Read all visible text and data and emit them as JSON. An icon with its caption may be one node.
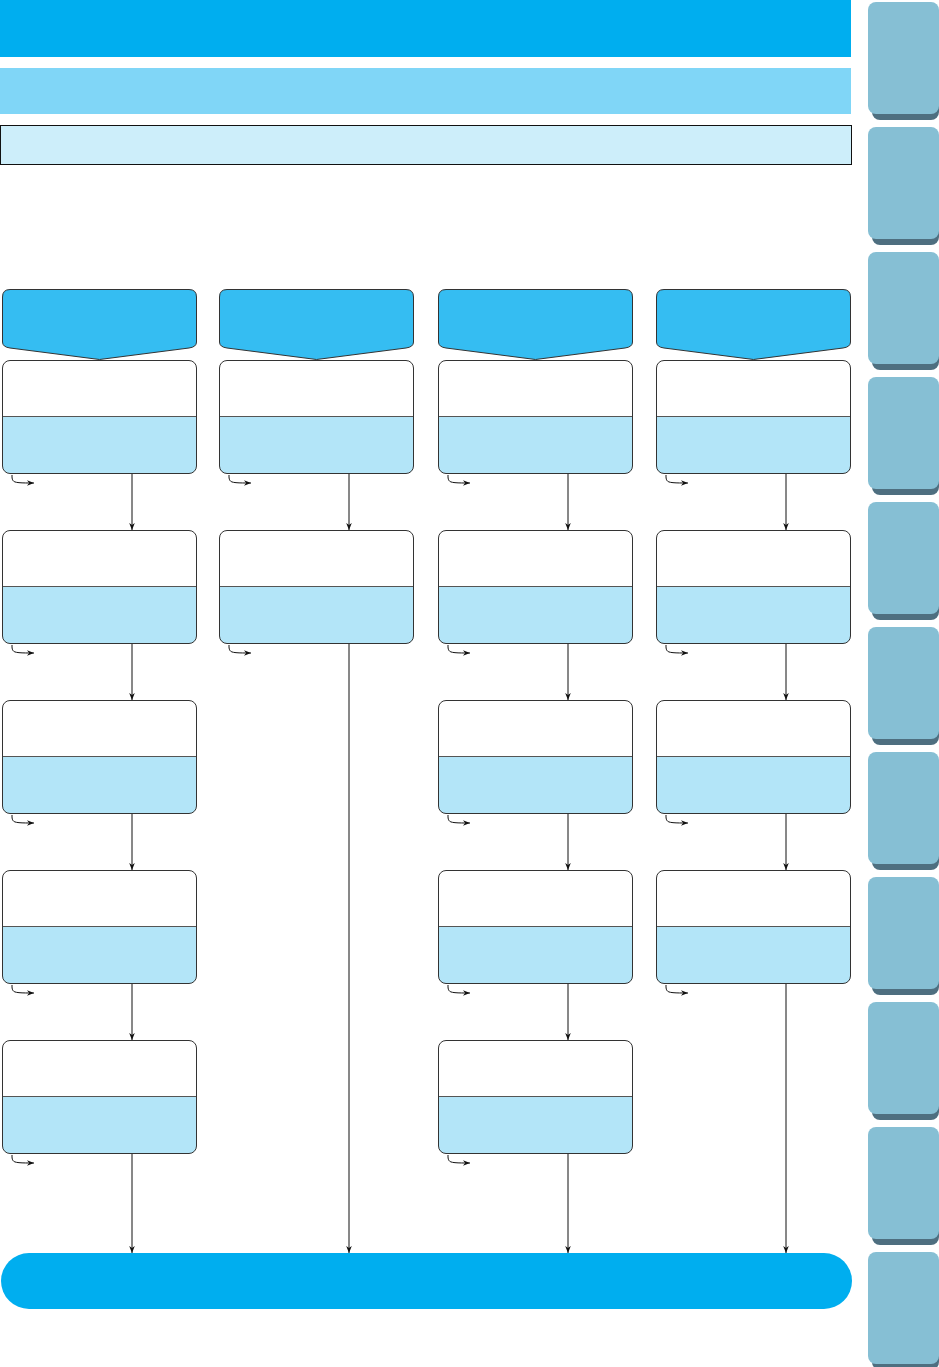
{
  "diagram": {
    "nodes": [
      {
        "text": [],
        "shape": "bar"
      },
      {
        "text": [],
        "shape": "bar"
      },
      {
        "text": [],
        "shape": "bar"
      },
      {
        "text": [],
        "shape": "chevron"
      },
      {
        "text": [],
        "shape": "chevron"
      },
      {
        "text": [],
        "shape": "chevron"
      },
      {
        "text": [],
        "shape": "chevron"
      },
      {
        "text": [],
        "shape": "box"
      },
      {
        "text": [],
        "shape": "box"
      },
      {
        "text": [],
        "shape": "box"
      },
      {
        "text": [],
        "shape": "box"
      },
      {
        "text": [],
        "shape": "box"
      },
      {
        "text": [],
        "shape": "box"
      },
      {
        "text": [],
        "shape": "box"
      },
      {
        "text": [],
        "shape": "box"
      },
      {
        "text": [],
        "shape": "box"
      },
      {
        "text": [],
        "shape": "box"
      },
      {
        "text": [],
        "shape": "box"
      },
      {
        "text": [],
        "shape": "box"
      },
      {
        "text": [],
        "shape": "box"
      },
      {
        "text": [],
        "shape": "box"
      },
      {
        "text": [],
        "shape": "box"
      },
      {
        "text": [],
        "shape": "box"
      },
      {
        "text": [],
        "shape": "bar"
      }
    ],
    "edges": [
      {
        "from": 7,
        "to": 11,
        "arrow": "to"
      },
      {
        "from": 11,
        "to": 15,
        "arrow": "to"
      },
      {
        "from": 15,
        "to": 18,
        "arrow": "to"
      },
      {
        "from": 18,
        "to": 21,
        "arrow": "to"
      },
      {
        "from": 21,
        "to": 23,
        "arrow": "to"
      },
      {
        "from": 8,
        "to": 12,
        "arrow": "to"
      },
      {
        "from": 12,
        "to": 23,
        "arrow": "to"
      },
      {
        "from": 9,
        "to": 13,
        "arrow": "to"
      },
      {
        "from": 13,
        "to": 16,
        "arrow": "to"
      },
      {
        "from": 16,
        "to": 19,
        "arrow": "to"
      },
      {
        "from": 19,
        "to": 22,
        "arrow": "to"
      },
      {
        "from": 22,
        "to": 23,
        "arrow": "to"
      },
      {
        "from": 10,
        "to": 14,
        "arrow": "to"
      },
      {
        "from": 14,
        "to": 17,
        "arrow": "to"
      },
      {
        "from": 17,
        "to": 20,
        "arrow": "to"
      },
      {
        "from": 20,
        "to": 23,
        "arrow": "to"
      }
    ]
  }
}
